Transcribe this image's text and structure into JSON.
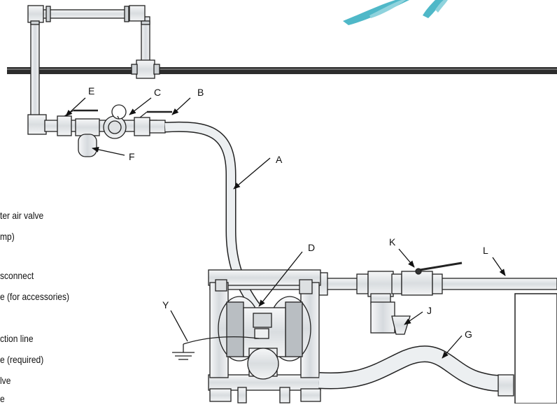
{
  "callouts": {
    "A": "A",
    "B": "B",
    "C": "C",
    "D": "D",
    "E": "E",
    "F": "F",
    "G": "G",
    "J": "J",
    "K": "K",
    "L": "L",
    "Y": "Y"
  },
  "legend": [
    "ter air valve",
    "mp)",
    "sconnect",
    "e (for accessories)",
    "ction line",
    "e (required)",
    "lve",
    "e"
  ],
  "colors": {
    "line": "#222222",
    "pipe_fill": "#e9ecef",
    "dark_pipe": "#2c2c2c",
    "splash": "#4fb8c8"
  }
}
